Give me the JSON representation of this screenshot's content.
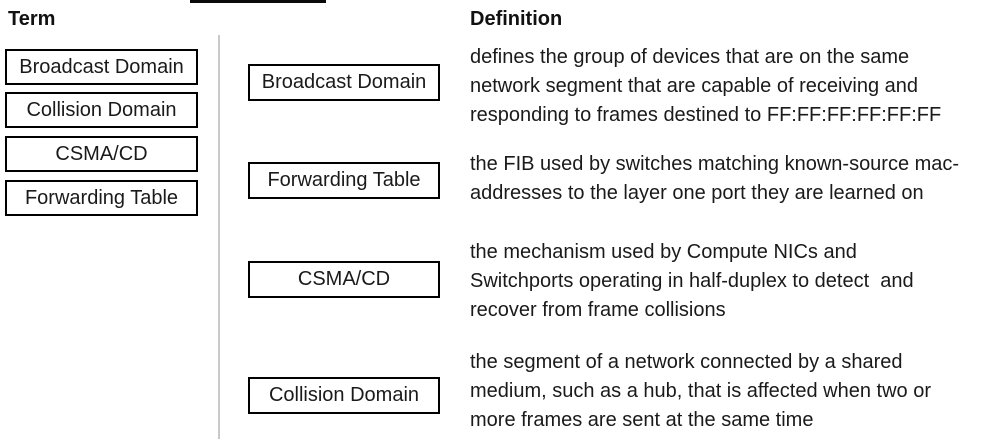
{
  "headers": {
    "term": "Term",
    "definition": "Definition"
  },
  "colors": {
    "box_border": "#000000",
    "divider": "#c9c9c9",
    "text": "#1a1a1a"
  },
  "terms": [
    {
      "label": "Broadcast Domain"
    },
    {
      "label": "Collision Domain"
    },
    {
      "label": "CSMA/CD"
    },
    {
      "label": "Forwarding Table"
    }
  ],
  "matches": [
    {
      "answer": "Broadcast Domain",
      "definition_lines": [
        "defines the group of devices that are on the same",
        "network segment that are capable of receiving and",
        "responding to frames destined to FF:FF:FF:FF:FF:FF"
      ]
    },
    {
      "answer": "Forwarding Table",
      "definition_lines": [
        "the FIB used by switches matching known-source mac-",
        "addresses to the layer one port they are learned on"
      ]
    },
    {
      "answer": "CSMA/CD",
      "definition_lines": [
        "the mechanism used by Compute NICs and",
        "Switchports operating in half-duplex to detect  and",
        "recover from frame collisions"
      ]
    },
    {
      "answer": "Collision Domain",
      "definition_lines": [
        "the segment of a network connected by a shared",
        "medium, such as a hub, that is affected when two or",
        "more frames are sent at the same time"
      ]
    }
  ]
}
